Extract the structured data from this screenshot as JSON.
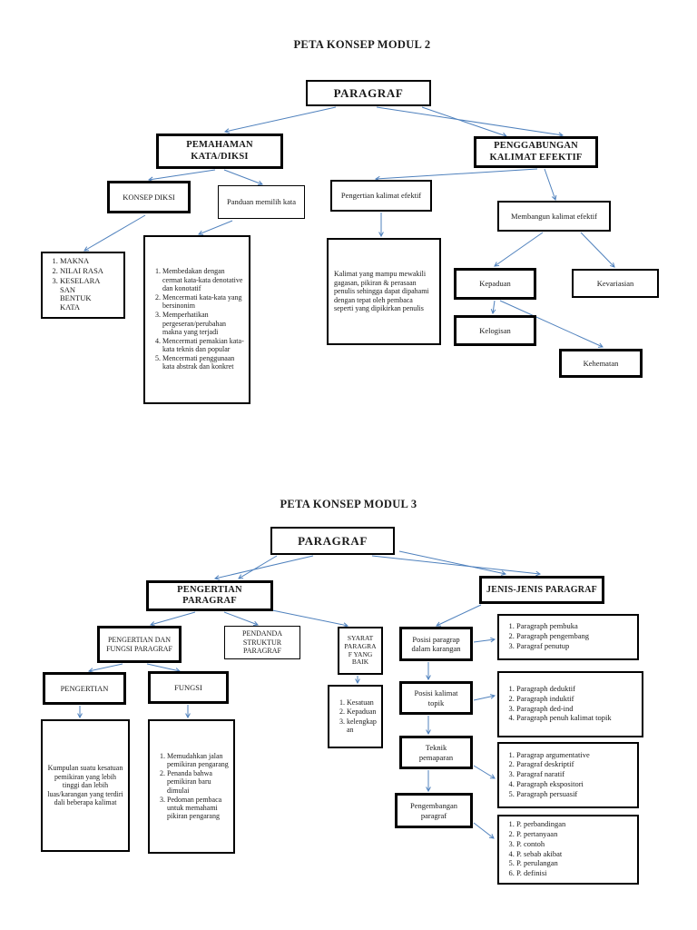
{
  "colors": {
    "arrow": "#4f81bd",
    "box_border": "#000000",
    "background": "#ffffff"
  },
  "modul2": {
    "title": "PETA KONSEP MODUL 2",
    "root": "PARAGRAF",
    "pemahaman": "PEMAHAMAN\nKATA/DIKSI",
    "penggabungan": "PENGGABUNGAN\nKALIMAT EFEKTIF",
    "konsep_diksi": "KONSEP DIKSI",
    "panduan": "Panduan memilih kata",
    "pengertian_kalimat": "Pengertian kalimat efektif",
    "membangun": "Membangun kalimat efektif",
    "makna_items": [
      "MAKNA",
      "NILAI RASA",
      "KESELARA\nSAN\nBENTUK\nKATA"
    ],
    "panduan_items": [
      "Membedakan dengan cermat kata-kata denotative dan konotatif",
      "Mencermati kata-kata yang bersinonim",
      "Memperhatikan pergeseran/perubahan makna yang terjadi",
      "Mencermati pemakian kata-kata teknis dan popular",
      "Mencermati penggunaan kata abstrak dan konkret"
    ],
    "kalimat_def": "Kalimat yang mampu mewakili gagasan, pikiran & perasaan penulis sehingga dapat dipahami dengan tepat oleh pembaca seperti yang dipikirkan penulis",
    "kepaduan": "Kepaduan",
    "kevariasian": "Kevariasian",
    "kelogisan": "Kelogisan",
    "kehematan": "Kehematan"
  },
  "modul3": {
    "title": "PETA KONSEP MODUL 3",
    "root": "PARAGRAF",
    "pengertian_paragraf": "PENGERTIAN\nPARAGRAF",
    "jenis_jenis": "JENIS-JENIS PARAGRAF",
    "pengertian_fungsi": "PENGERTIAN DAN\nFUNGSI PARAGRAF",
    "pendanda": "PENDANDA\nSTRUKTUR\nPARAGRAF",
    "syarat": "SYARAT\nPARAGRA\nF YANG\nBAIK",
    "pengertian": "PENGERTIAN",
    "fungsi": "FUNGSI",
    "kumpulan": "Kumpulan suatu kesatuan pemikiran yang lebih tinggi dan lebih luas/karangan yang terdiri dali beberapa kalimat",
    "fungsi_items": [
      "Memudahkan jalan pemikiran pengarang",
      "Penanda bahwa pemikiran baru dimulai",
      "Pedoman pembaca untuk memahami pikiran pengarang"
    ],
    "syarat_items": [
      "Kesatuan",
      "Kepaduan",
      "kelengkap\nan"
    ],
    "posisi_paragrap": "Posisi paragrap\ndalam karangan",
    "posisi_kalimat": "Posisi kalimat\ntopik",
    "teknik": "Teknik\npemaparan",
    "pengembangan": "Pengembangan\nparagraf",
    "pembuka_items": [
      "Paragraph pembuka",
      "Paragraph pengembang",
      "Paragraf penutup"
    ],
    "deduktif_items": [
      "Paragraph deduktif",
      "Paragraph induktif",
      "Paragraph ded-ind",
      "Paragraph penuh kalimat topik"
    ],
    "teknik_items": [
      "Paragrap argumentative",
      "Paragraf deskriptif",
      "Paragraf naratif",
      "Paragraph ekspositori",
      "Paragraph persuasif"
    ],
    "pengembangan_items": [
      "P. perbandingan",
      "P. pertanyaan",
      "P. contoh",
      "P. sebab akibat",
      "P. perulangan",
      "P. definisi"
    ]
  }
}
